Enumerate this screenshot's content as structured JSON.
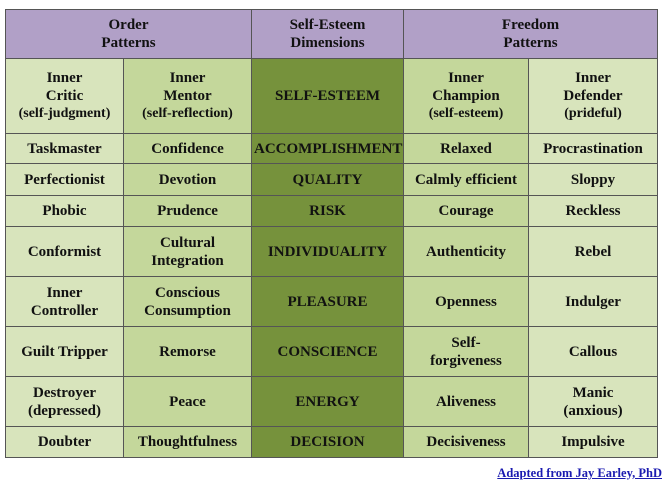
{
  "header": {
    "order": [
      "Order",
      "Patterns"
    ],
    "dimensions": [
      "Self-Esteem",
      "Dimensions"
    ],
    "freedom": [
      "Freedom",
      "Patterns"
    ]
  },
  "subheader": {
    "critic": [
      "Inner",
      "Critic",
      "(self-judgment)"
    ],
    "mentor": [
      "Inner",
      "Mentor",
      "(self-reflection)"
    ],
    "dimension": "SELF-ESTEEM",
    "champion": [
      "Inner",
      "Champion",
      "(self-esteem)"
    ],
    "defender": [
      "Inner",
      "Defender",
      "(prideful)"
    ]
  },
  "rows": [
    {
      "critic": [
        "Taskmaster"
      ],
      "mentor": [
        "Confidence"
      ],
      "dimension": "ACCOMPLISHMENT",
      "champion": [
        "Relaxed"
      ],
      "defender": [
        "Procrastination"
      ]
    },
    {
      "critic": [
        "Perfectionist"
      ],
      "mentor": [
        "Devotion"
      ],
      "dimension": "QUALITY",
      "champion": [
        "Calmly efficient"
      ],
      "defender": [
        "Sloppy"
      ]
    },
    {
      "critic": [
        "Phobic"
      ],
      "mentor": [
        "Prudence"
      ],
      "dimension": "RISK",
      "champion": [
        "Courage"
      ],
      "defender": [
        "Reckless"
      ]
    },
    {
      "critic": [
        "Conformist"
      ],
      "mentor": [
        "Cultural",
        "Integration"
      ],
      "dimension": "INDIVIDUALITY",
      "champion": [
        "Authenticity"
      ],
      "defender": [
        "Rebel"
      ]
    },
    {
      "critic": [
        "Inner",
        "Controller"
      ],
      "mentor": [
        "Conscious",
        "Consumption"
      ],
      "dimension": "PLEASURE",
      "champion": [
        "Openness"
      ],
      "defender": [
        "Indulger"
      ]
    },
    {
      "critic": [
        "Guilt Tripper"
      ],
      "mentor": [
        "Remorse"
      ],
      "dimension": "CONSCIENCE",
      "champion": [
        "Self-",
        "forgiveness"
      ],
      "defender": [
        "Callous"
      ]
    },
    {
      "critic": [
        "Destroyer",
        "(depressed)"
      ],
      "mentor": [
        "Peace"
      ],
      "dimension": "ENERGY",
      "champion": [
        "Aliveness"
      ],
      "defender": [
        "Manic",
        "(anxious)"
      ]
    },
    {
      "critic": [
        "Doubter"
      ],
      "mentor": [
        "Thoughtfulness"
      ],
      "dimension": "DECISION",
      "champion": [
        "Decisiveness"
      ],
      "defender": [
        "Impulsive"
      ]
    }
  ],
  "attribution": "Adapted from Jay Earley, PhD",
  "colors": {
    "header": "#b1a0c7",
    "light": "#d8e4bc",
    "mid": "#c4d79b",
    "dark": "#76923c",
    "link": "#1a1ab0"
  }
}
